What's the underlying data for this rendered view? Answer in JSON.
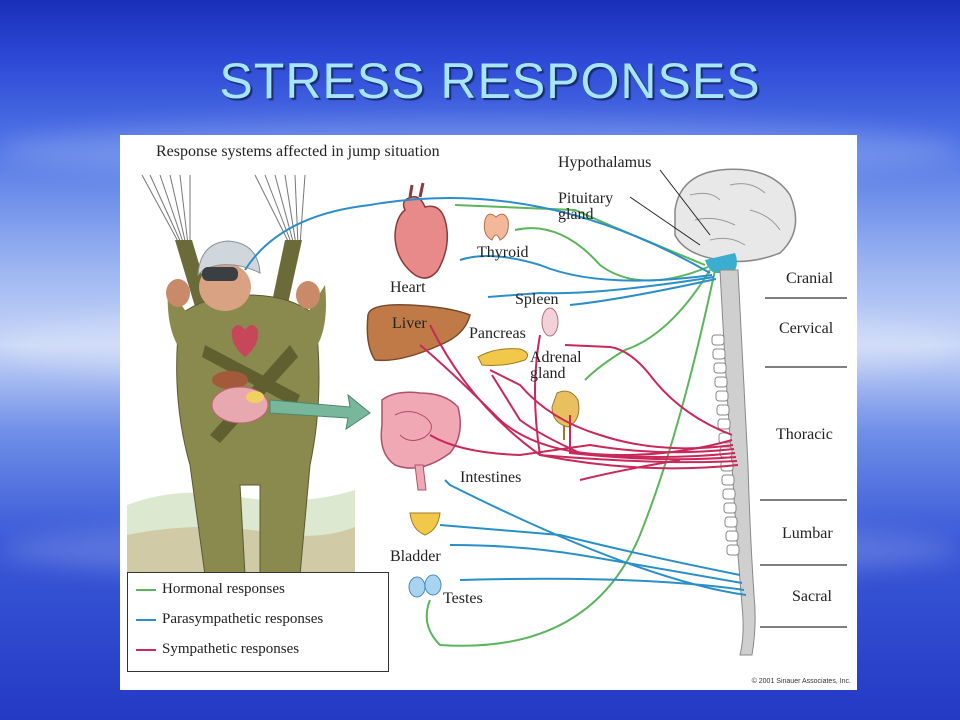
{
  "slide": {
    "title": "STRESS RESPONSES"
  },
  "figure": {
    "caption": "Response systems affected in jump situation",
    "labels": {
      "hypothalamus": "Hypothalamus",
      "pituitary": "Pituitary\ngland",
      "heart": "Heart",
      "thyroid": "Thyroid",
      "spleen": "Spleen",
      "liver": "Liver",
      "pancreas": "Pancreas",
      "adrenal": "Adrenal\ngland",
      "intestines": "Intestines",
      "bladder": "Bladder",
      "testes": "Testes"
    },
    "spine_regions": [
      "Cranial",
      "Cervical",
      "Thoracic",
      "Lumbar",
      "Sacral"
    ],
    "legend": [
      {
        "label": "Hormonal responses",
        "color": "#5bb55b"
      },
      {
        "label": "Parasympathetic responses",
        "color": "#2a8fc9"
      },
      {
        "label": "Sympathetic responses",
        "color": "#c9285a"
      }
    ],
    "copyright": "© 2001 Sinauer Associates, Inc."
  }
}
